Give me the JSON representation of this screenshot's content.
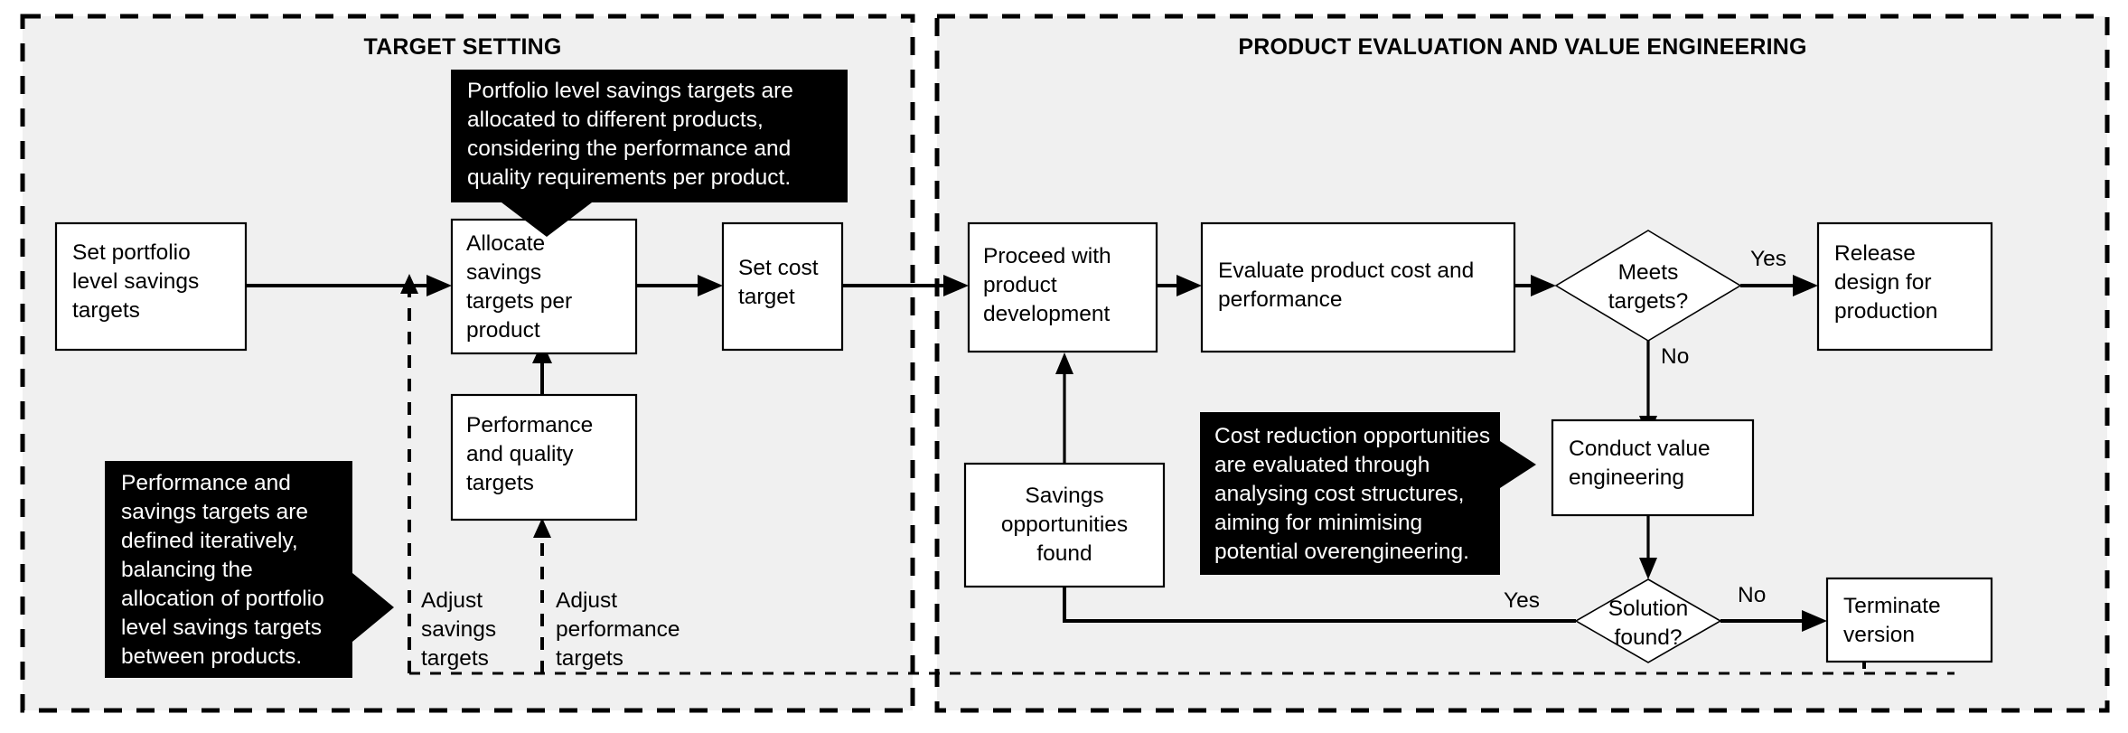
{
  "diagram": {
    "title_left": "TARGET SETTING",
    "title_right": "PRODUCT EVALUATION AND VALUE ENGINEERING",
    "colors": {
      "panel_background": "#f0f0f0",
      "node_fill": "#ffffff",
      "stroke": "#000000",
      "callout_fill": "#000000",
      "callout_text": "#ffffff"
    }
  },
  "nodes": {
    "set_portfolio": {
      "line1": "Set portfolio",
      "line2": "level savings",
      "line3": "targets"
    },
    "allocate_savings": {
      "line1": "Allocate",
      "line2": "savings",
      "line3": "targets per",
      "line4": "product"
    },
    "performance_quality": {
      "line1": "Performance",
      "line2": "and quality",
      "line3": "targets"
    },
    "set_cost_target": {
      "line1": "Set cost",
      "line2": "target"
    },
    "proceed_development": {
      "line1": "Proceed with",
      "line2": "product",
      "line3": "development"
    },
    "evaluate_product": {
      "line1": "Evaluate product cost and",
      "line2": "performance"
    },
    "meets_targets": {
      "line1": "Meets",
      "line2": "targets?"
    },
    "release_design": {
      "line1": "Release",
      "line2": "design for",
      "line3": "production"
    },
    "conduct_value_engineering": {
      "line1": "Conduct value",
      "line2": "engineering"
    },
    "savings_opportunities": {
      "line1": "Savings",
      "line2": "opportunities",
      "line3": "found"
    },
    "solution_found": {
      "line1": "Solution",
      "line2": "found?"
    },
    "terminate_version": {
      "line1": "Terminate",
      "line2": "version"
    }
  },
  "edge_labels": {
    "meets_targets_yes": "Yes",
    "meets_targets_no": "No",
    "solution_found_yes": "Yes",
    "solution_found_no": "No",
    "adjust_savings": {
      "line1": "Adjust",
      "line2": "savings",
      "line3": "targets"
    },
    "adjust_performance": {
      "line1": "Adjust",
      "line2": "performance",
      "line3": "targets"
    }
  },
  "callouts": {
    "allocation": {
      "line1": "Portfolio level savings targets are",
      "line2": "allocated to different products,",
      "line3": "considering the performance and",
      "line4": "quality requirements per product."
    },
    "iterative": {
      "line1": "Performance and",
      "line2": "savings targets are",
      "line3": "defined iteratively,",
      "line4": "balancing the",
      "line5": "allocation of portfolio",
      "line6": "level savings targets",
      "line7": "between products."
    },
    "cost_reduction": {
      "line1": "Cost reduction opportunities",
      "line2": "are evaluated through",
      "line3": "analysing cost structures,",
      "line4": "aiming for minimising",
      "line5": "potential overengineering."
    }
  }
}
